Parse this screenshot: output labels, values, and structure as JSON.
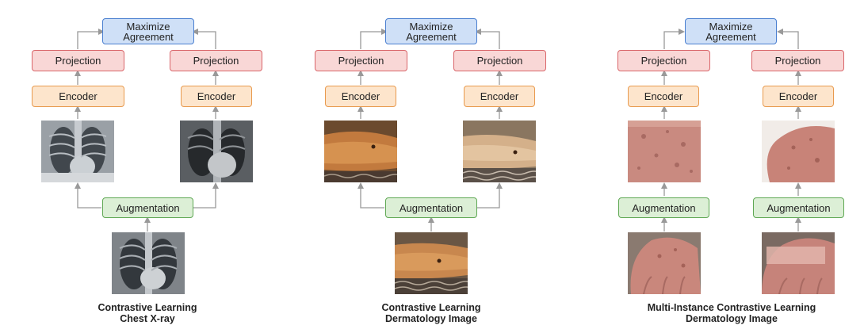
{
  "labels": {
    "maximize_line1": "Maximize",
    "maximize_line2": "Agreement",
    "projection": "Projection",
    "encoder": "Encoder",
    "augmentation": "Augmentation"
  },
  "panels": [
    {
      "caption_line1": "Contrastive Learning",
      "caption_line2": "Chest X-ray"
    },
    {
      "caption_line1": "Contrastive Learning",
      "caption_line2": "Dermatology Image"
    },
    {
      "caption_line1": "Multi-Instance Contrastive Learning",
      "caption_line2": "Dermatology Image"
    }
  ],
  "colors": {
    "maximize_fill": "#cfe0f7",
    "maximize_border": "#4a7fd0",
    "projection_fill": "#f9d7d6",
    "projection_border": "#d9656a",
    "encoder_fill": "#fde5cc",
    "encoder_border": "#e89a4e",
    "augmentation_fill": "#dcefd6",
    "augmentation_border": "#5fa854",
    "arrow": "#999999"
  }
}
